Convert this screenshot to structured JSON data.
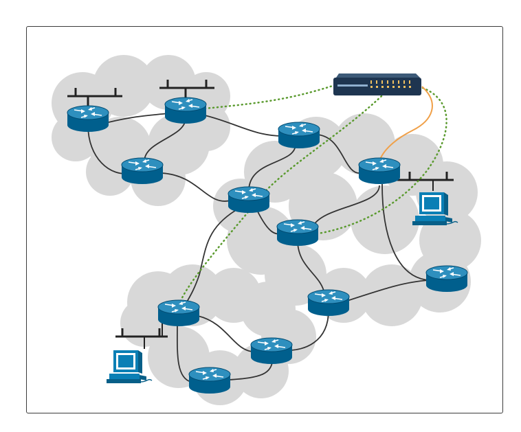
{
  "diagram": {
    "colors": {
      "cloud": "#d8d8d8",
      "router_body": "#005f8d",
      "router_top": "#2e8fbe",
      "router_arrow": "#ffffff",
      "link": "#333333",
      "vpn_link": "#5a9a2e",
      "uplink": "#f0a048",
      "device_body": "#1e3550",
      "device_led": "#f0c060",
      "computer": "#0a7fb5",
      "bus": "#222222"
    },
    "nodes": [
      {
        "id": "router-a",
        "type": "router"
      },
      {
        "id": "router-b",
        "type": "router"
      },
      {
        "id": "router-c",
        "type": "router"
      },
      {
        "id": "router-d",
        "type": "router"
      },
      {
        "id": "router-e",
        "type": "router"
      },
      {
        "id": "router-f",
        "type": "router"
      },
      {
        "id": "router-g",
        "type": "router"
      },
      {
        "id": "router-h",
        "type": "router"
      },
      {
        "id": "router-i",
        "type": "router"
      },
      {
        "id": "router-j",
        "type": "router"
      },
      {
        "id": "router-k",
        "type": "router"
      },
      {
        "id": "router-l",
        "type": "router"
      },
      {
        "id": "switch-device",
        "type": "network-appliance"
      },
      {
        "id": "workstation-right",
        "type": "computer"
      },
      {
        "id": "workstation-left",
        "type": "computer"
      }
    ],
    "links": [
      {
        "from": "router-a",
        "to": "router-b",
        "style": "solid"
      },
      {
        "from": "router-a",
        "to": "router-c",
        "style": "solid"
      },
      {
        "from": "router-b",
        "to": "router-c",
        "style": "solid"
      },
      {
        "from": "router-b",
        "to": "router-d",
        "style": "solid"
      },
      {
        "from": "router-c",
        "to": "router-e",
        "style": "solid"
      },
      {
        "from": "router-d",
        "to": "router-e",
        "style": "solid"
      },
      {
        "from": "router-d",
        "to": "router-f",
        "style": "solid"
      },
      {
        "from": "router-e",
        "to": "router-g",
        "style": "solid"
      },
      {
        "from": "router-e",
        "to": "router-i",
        "style": "solid"
      },
      {
        "from": "router-f",
        "to": "router-g",
        "style": "solid"
      },
      {
        "from": "router-f",
        "to": "router-h",
        "style": "solid"
      },
      {
        "from": "router-g",
        "to": "router-j",
        "style": "solid"
      },
      {
        "from": "router-j",
        "to": "router-h",
        "style": "solid"
      },
      {
        "from": "router-j",
        "to": "router-k",
        "style": "solid"
      },
      {
        "from": "router-i",
        "to": "router-k",
        "style": "solid"
      },
      {
        "from": "router-i",
        "to": "router-l",
        "style": "solid"
      },
      {
        "from": "router-l",
        "to": "router-k",
        "style": "solid"
      },
      {
        "from": "router-b",
        "to": "switch-device",
        "style": "dotted"
      },
      {
        "from": "switch-device",
        "to": "router-i",
        "style": "dotted"
      },
      {
        "from": "switch-device",
        "to": "router-g",
        "style": "dotted"
      },
      {
        "from": "switch-device",
        "to": "router-f",
        "style": "uplink"
      }
    ]
  }
}
